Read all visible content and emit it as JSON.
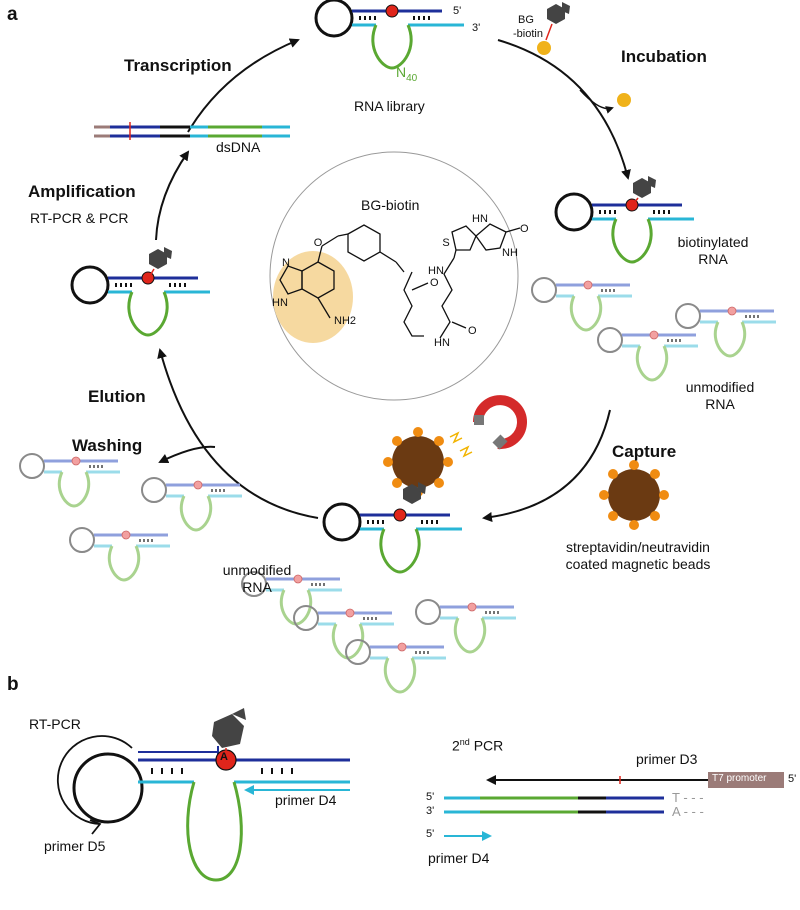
{
  "panels": {
    "a": "a",
    "b": "b"
  },
  "steps": {
    "transcription": "Transcription",
    "incubation": "Incubation",
    "amplification": "Amplification",
    "amplification_sub": "RT-PCR & PCR",
    "elution": "Elution",
    "washing": "Washing",
    "capture": "Capture"
  },
  "labels": {
    "rna_library": "RNA library",
    "n40_base": "N",
    "n40_sub": "40",
    "five_prime": "5'",
    "three_prime": "3'",
    "bg_biotin_line1": "BG",
    "bg_biotin_line2": "-biotin",
    "dsdna": "dsDNA",
    "center_title": "BG-biotin",
    "biotinylated_line1": "biotinylated",
    "biotinylated_line2": "RNA",
    "unmodified_line1": "unmodified",
    "unmodified_line2": "RNA",
    "beads_line1": "streptavidin/neutravidin",
    "beads_line2": "coated magnetic beads",
    "adenosine": "A",
    "nh2": "NH",
    "nh2_sub": "2",
    "atom_o": "O",
    "atom_n": "N",
    "atom_s": "S",
    "atom_nh": "NH",
    "atom_hn": "HN",
    "atom_h": "H"
  },
  "panel_b": {
    "rt_pcr": "RT-PCR",
    "second_pcr_sup": "nd",
    "second_pcr_base": "2",
    "second_pcr_tail": " PCR",
    "primer_d3": "primer D3",
    "primer_d4": "primer D4",
    "primer_d5": "primer D5",
    "t7_promoter": "T7 promoter",
    "t_letter": "T",
    "a_letter": "A",
    "dashes": "- - -"
  },
  "colors": {
    "dark_blue": "#1e2f9a",
    "cyan": "#29b6d6",
    "green": "#5aa832",
    "light_green": "#a9d38f",
    "light_blue": "#8fa0dd",
    "light_cyan": "#9bdcea",
    "red": "#e0251b",
    "bead_brown": "#6b3a12",
    "bead_orange": "#f08c12",
    "bg_highlight": "#f6d9a0",
    "t7_box": "#9b7b78",
    "gray_loop": "#8a8a8a"
  }
}
